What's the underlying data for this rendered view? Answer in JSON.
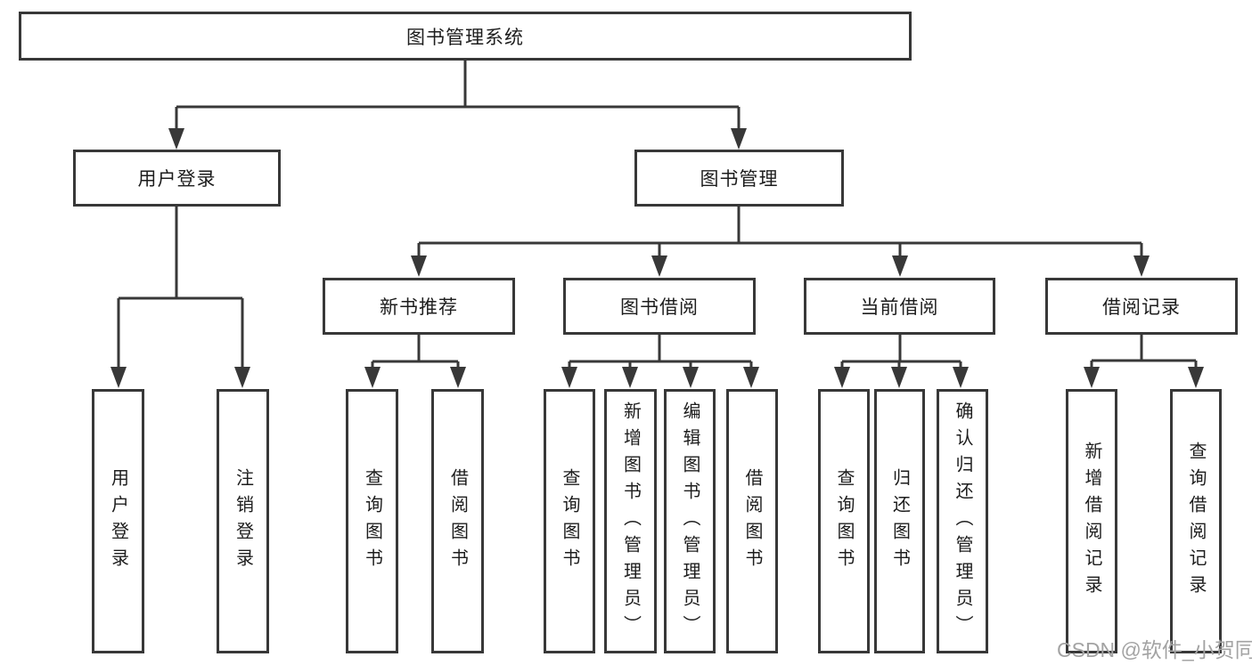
{
  "diagram": {
    "type": "tree",
    "root": {
      "label": "图书管理系统"
    },
    "level2": [
      {
        "label": "用户登录",
        "children": [
          {
            "label": "用户登录"
          },
          {
            "label": "注销登录"
          }
        ]
      },
      {
        "label": "图书管理",
        "children": [
          {
            "label": "新书推荐",
            "children": [
              {
                "label": "查询图书"
              },
              {
                "label": "借阅图书"
              }
            ]
          },
          {
            "label": "图书借阅",
            "children": [
              {
                "label": "查询图书"
              },
              {
                "label": "新增图书（管理员）"
              },
              {
                "label": "编辑图书（管理员）"
              },
              {
                "label": "借阅图书"
              }
            ]
          },
          {
            "label": "当前借阅",
            "children": [
              {
                "label": "查询图书"
              },
              {
                "label": "归还图书"
              },
              {
                "label": "确认归还（管理员）"
              }
            ]
          },
          {
            "label": "借阅记录",
            "children": [
              {
                "label": "新增借阅记录"
              },
              {
                "label": "查询借阅记录"
              }
            ]
          }
        ]
      }
    ]
  },
  "watermark": {
    "text": "CSDN @软件_小贺同学"
  },
  "colors": {
    "line": "#383838",
    "border": "#383838",
    "text": "#1d1d1d",
    "watermark": "#a3a3a3",
    "background": "#ffffff"
  }
}
